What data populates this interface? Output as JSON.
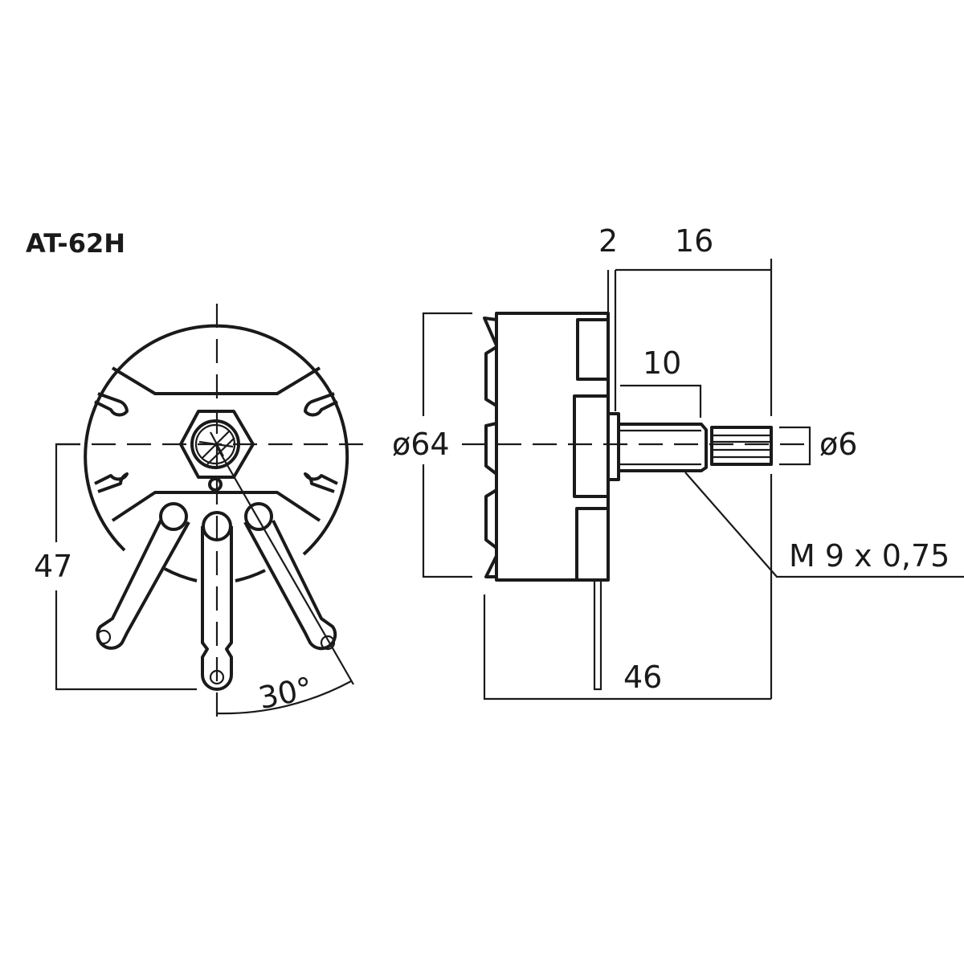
{
  "title": "AT-62H",
  "dimensions": {
    "height_47": "47",
    "angle_30": "30°",
    "diameter_64": "ø64",
    "flange_2": "2",
    "shaft_16": "16",
    "thread_10": "10",
    "shaft_diameter_6": "ø6",
    "thread_spec": "M 9 x 0,75",
    "depth_46": "46"
  }
}
